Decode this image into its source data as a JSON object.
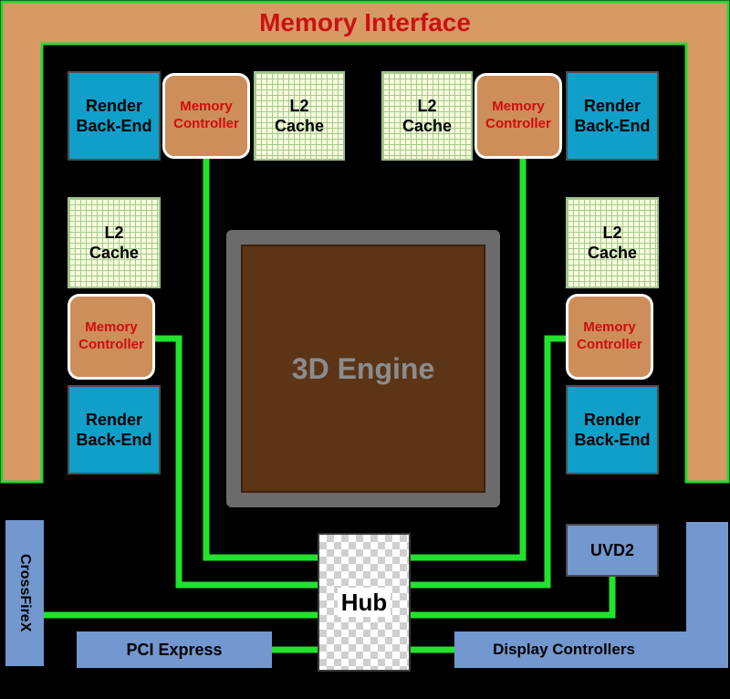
{
  "memory_interface": {
    "label": "Memory Interface"
  },
  "engine": {
    "label": "3D Engine"
  },
  "hub": {
    "label": "Hub"
  },
  "render_backend": {
    "top_left": [
      "Render",
      "Back-End"
    ],
    "top_right": [
      "Render",
      "Back-End"
    ],
    "bottom_left": [
      "Render",
      "Back-End"
    ],
    "bottom_right": [
      "Render",
      "Back-End"
    ]
  },
  "l2_cache": {
    "top_left": [
      "L2",
      "Cache"
    ],
    "top_right": [
      "L2",
      "Cache"
    ],
    "mid_left": [
      "L2",
      "Cache"
    ],
    "mid_right": [
      "L2",
      "Cache"
    ]
  },
  "memory_controller": {
    "top_left": [
      "Memory",
      "Controller"
    ],
    "top_right": [
      "Memory",
      "Controller"
    ],
    "mid_left": [
      "Memory",
      "Controller"
    ],
    "mid_right": [
      "Memory",
      "Controller"
    ]
  },
  "uvd": {
    "label": "UVD2"
  },
  "crossfire": {
    "label": "CrossFireX"
  },
  "pci": {
    "label": "PCI Express"
  },
  "display": {
    "label": "Display Controllers"
  },
  "colors": {
    "memory_interface": "#d89a65",
    "memory_interface_text": "#cc1111",
    "green_bus": "#22e22e",
    "render_backend": "#0f9fc9",
    "memory_controller": "#cd8e5a",
    "engine": "#5c3517",
    "io_blue": "#7397cf"
  }
}
